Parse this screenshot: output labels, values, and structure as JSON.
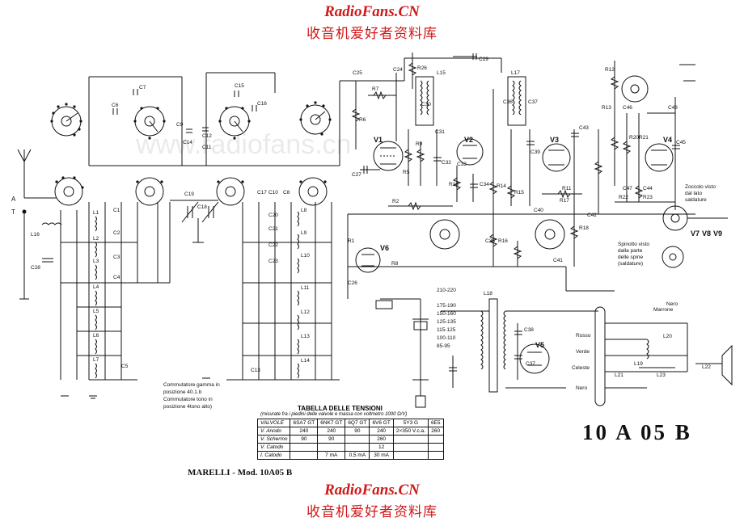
{
  "brand": {
    "site": "RadioFans.CN",
    "chinese": "收音机爱好者资料库"
  },
  "watermark": "www.radiofans.cn",
  "model_title": "10 A 05 B",
  "maker": "MARELLI - Mod. 10A05 B",
  "tubes": {
    "v1": "V1",
    "v2": "V2",
    "v3": "V3",
    "v4": "V4",
    "v5": "V5",
    "v6": "V6",
    "v7": "V7",
    "v8": "V8",
    "v9": "V9"
  },
  "notes": {
    "switch_line1": "Commutatore gamma in",
    "switch_line2": "posizione 40.1.b",
    "switch_line3": "Commutatore tono in",
    "switch_line4": "posizione 4tono alto)",
    "socket_line1": "Zoccolo visto",
    "socket_line2": "dal lato",
    "socket_line3": "saldature",
    "plug_line1": "Spinotto visto",
    "plug_line2": "dalla parte",
    "plug_line3": "delle spine",
    "plug_line4": "(saldature)",
    "marrone": "Marrone",
    "nero": "Nero",
    "rosso": "Rosso",
    "verde": "Verde",
    "celeste": "Celeste",
    "nero2": "Nero"
  },
  "labels": {
    "ant_a": "A",
    "ant_t": "T",
    "l16": "L16",
    "c28": "C28",
    "c7": "C7",
    "c15": "C15",
    "c16": "C16",
    "c6": "C6",
    "c9": "C9",
    "c12": "C12",
    "c14": "C14",
    "c11": "C11",
    "c19": "C19",
    "c18": "C18",
    "c17": "C17",
    "c25": "C25",
    "c24": "C24",
    "c26": "C26",
    "c29": "C29",
    "c32": "C32",
    "c33": "C33",
    "c34": "C34",
    "c35": "C35",
    "c36": "C36",
    "c37": "C37",
    "c39": "C39",
    "c40": "C40",
    "c41": "C41",
    "c42": "C42",
    "c43": "C43",
    "c44": "C44",
    "c45": "C45",
    "c46": "C46",
    "c47": "C47",
    "c48": "C48",
    "c30": "C30",
    "c31": "C31",
    "c27": "C27",
    "r1": "R1",
    "r2": "R2",
    "r5": "R5",
    "r6": "R6",
    "r7": "R7",
    "r8": "R8",
    "r9": "R9",
    "r10": "R10",
    "r11": "R11",
    "r12": "R12",
    "r13": "R13",
    "r14": "R14",
    "r15": "R15",
    "r16": "R16",
    "r17": "R17",
    "r18": "R18",
    "r20": "R20",
    "r21": "R21",
    "r22": "R22",
    "r23": "R23",
    "r26": "R26",
    "l15": "L15",
    "l17": "L17",
    "l18": "L18",
    "l19": "L19",
    "l20": "L20",
    "l21": "L21",
    "l22": "L22",
    "l23": "L23",
    "l1": "L1",
    "l2": "L2",
    "l3": "L3",
    "l4": "L4",
    "l5": "L5",
    "l6": "L6",
    "l7": "L7",
    "l8": "L8",
    "l9": "L9",
    "l10": "L10",
    "l11": "L11",
    "l12": "L12",
    "l13": "L13",
    "l14": "L14",
    "c1": "C1",
    "c2": "C2",
    "c3": "C3",
    "c4": "C4",
    "c5": "C5",
    "c8": "C8",
    "c10": "C10",
    "c20": "C20",
    "c21": "C21",
    "c22": "C22",
    "c23": "C23",
    "c13": "C13",
    "taps": [
      "210-220",
      "175-190",
      "150-160",
      "125-135",
      "115-125",
      "100-110",
      "85-95"
    ],
    "mains_c38": "C38",
    "v_c": "C37"
  },
  "voltage_table": {
    "title": "TABELLA DELLE TENSIONI",
    "subtitle": "(misurate fra i piedini delle valvole e massa con voltmetro 1000 Ω/V)",
    "header": [
      "VALVOLE",
      "6SA7 GT",
      "6NK7 GT",
      "6Q7 GT",
      "6V6 GT",
      "5Y3 G",
      "6E5"
    ],
    "rows": [
      [
        "V. Anodo",
        "240",
        "240",
        "90",
        "240",
        "2×350 V.c.a.",
        "260"
      ],
      [
        "V. Schermo",
        "90",
        "90",
        "",
        "260",
        "",
        ""
      ],
      [
        "V. Catodo",
        "",
        "",
        "",
        "12",
        "",
        ""
      ],
      [
        "I. Catodo",
        "",
        "7 mA",
        "0,5 mA",
        "30 mA",
        "",
        ""
      ]
    ]
  }
}
